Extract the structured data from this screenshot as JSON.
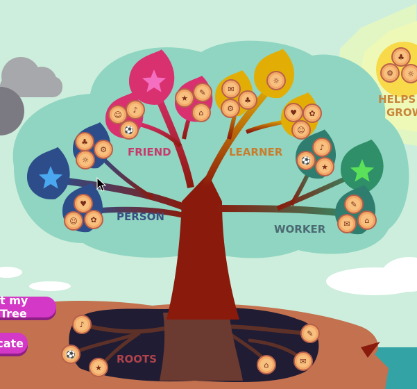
{
  "scene": {
    "branches": {
      "friend": "FRIEND",
      "learner": "LEARNER",
      "person": "PERSON",
      "worker": "WORKER",
      "roots": "ROOTS"
    },
    "sun_label_line1": "HELPS M",
    "sun_label_line2": "GROW"
  },
  "buttons": {
    "visit_tree": "t my Tree",
    "certificate": "cate"
  },
  "colors": {
    "friend": "#d9306f",
    "learner": "#e2ae06",
    "person": "#2d4d8a",
    "worker": "#2e8f68",
    "button": "#d338c6",
    "trunk": "#8a1a0c"
  }
}
